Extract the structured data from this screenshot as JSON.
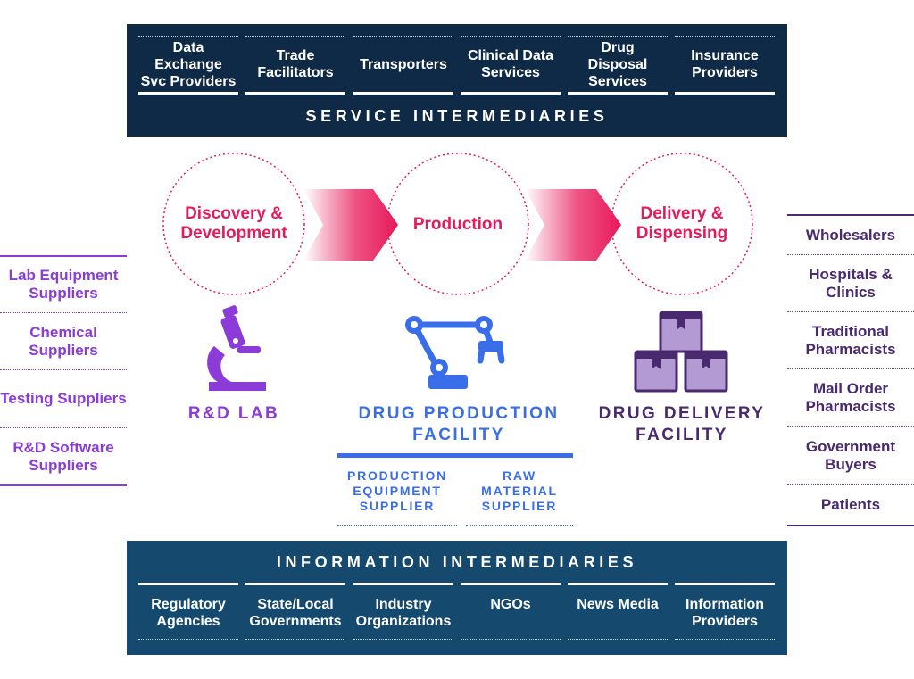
{
  "service_intermediaries": {
    "title": "SERVICE INTERMEDIARIES",
    "items": [
      "Data Exchange Svc Providers",
      "Trade Facilitators",
      "Transporters",
      "Clinical Data Services",
      "Drug Disposal Services",
      "Insurance Providers"
    ]
  },
  "information_intermediaries": {
    "title": "INFORMATION INTERMEDIARIES",
    "items": [
      "Regulatory Agencies",
      "State/Local Governments",
      "Industry Organizations",
      "NGOs",
      "News Media",
      "Information Providers"
    ]
  },
  "stages": [
    "Discovery & Development",
    "Production",
    "Delivery & Dispensing"
  ],
  "facilities": {
    "rd_lab": "R&D LAB",
    "production": "DRUG PRODUCTION FACILITY",
    "delivery": "DRUG DELIVERY FACILITY"
  },
  "production_suppliers": [
    "PRODUCTION EQUIPMENT SUPPLIER",
    "RAW MATERIAL SUPPLIER"
  ],
  "left_suppliers": [
    "Lab Equipment Suppliers",
    "Chemical Suppliers",
    "Testing Suppliers",
    "R&D Software Suppliers"
  ],
  "right_customers": [
    "Wholesalers",
    "Hospitals & Clinics",
    "Traditional Pharmacists",
    "Mail Order Pharmacists",
    "Government Buyers",
    "Patients"
  ],
  "colors": {
    "service_band": "#0e2a47",
    "information_band": "#154a6e",
    "stage_pink": "#e8195a",
    "rd_purple": "#8a3bd8",
    "production_blue": "#3a6ee8",
    "delivery_purple": "#4a2a6e"
  },
  "icons": [
    "microscope-icon",
    "robot-arm-icon",
    "boxes-icon"
  ]
}
